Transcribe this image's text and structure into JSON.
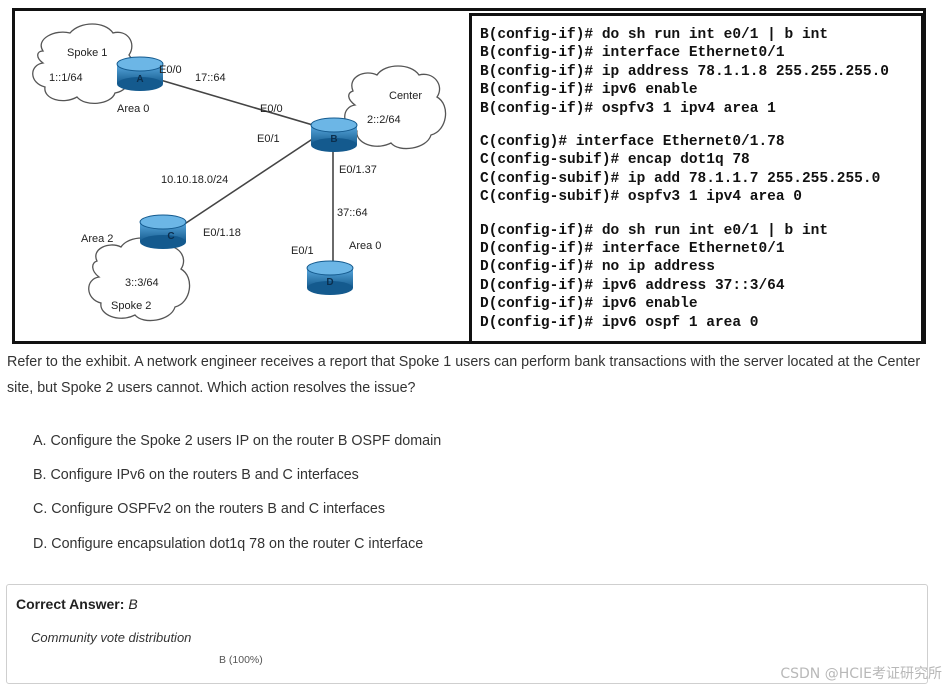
{
  "topology": {
    "spoke1_cloud": {
      "name": "Spoke 1",
      "address": "1::1/64"
    },
    "spoke2_cloud": {
      "name": "Spoke 2",
      "address": "3::3/64"
    },
    "center_cloud": {
      "name": "Center",
      "address": "2::2/64"
    },
    "router_a": {
      "label": "A",
      "area": "Area 0",
      "interface": "E0/0",
      "link_address": "17::64"
    },
    "router_b": {
      "label": "B",
      "if_e00": "E0/0",
      "if_e01": "E0/1",
      "if_e0137": "E0/1.37"
    },
    "router_c": {
      "label": "C",
      "area": "Area 2",
      "if": "E0/1.18",
      "link_subnet": "10.10.18.0/24"
    },
    "router_d": {
      "label": "D",
      "area": "Area 0",
      "if": "E0/1",
      "link_address": "37::64"
    }
  },
  "config": {
    "router_b": [
      "B(config-if)# do sh run int e0/1 | b int",
      "B(config-if)# interface Ethernet0/1",
      "B(config-if)# ip address 78.1.1.8 255.255.255.0",
      "B(config-if)# ipv6 enable",
      "B(config-if)# ospfv3 1 ipv4 area 1"
    ],
    "router_c": [
      "C(config)# interface Ethernet0/1.78",
      "C(config-subif)# encap dot1q 78",
      "C(config-subif)# ip add 78.1.1.7 255.255.255.0",
      "C(config-subif)# ospfv3 1 ipv4 area 0"
    ],
    "router_d": [
      "D(config-if)# do sh run int e0/1 | b int",
      "D(config-if)# interface Ethernet0/1",
      "D(config-if)# no ip address",
      "D(config-if)# ipv6 address 37::3/64",
      "D(config-if)# ipv6 enable",
      "D(config-if)# ipv6 ospf 1 area 0"
    ]
  },
  "question": {
    "text": "Refer to the exhibit. A network engineer receives a report that Spoke 1 users can perform bank transactions with the server located at the Center site, but Spoke 2 users cannot. Which action resolves the issue?",
    "options": [
      "A. Configure the Spoke 2 users IP on the router B OSPF domain",
      "B. Configure IPv6 on the routers B and C interfaces",
      "C. Configure OSPFv2 on the routers B and C interfaces",
      "D. Configure encapsulation dot1q 78 on the router C interface"
    ]
  },
  "answer": {
    "label": "Correct Answer:",
    "value": "B",
    "vote_label": "Community vote distribution",
    "vote_result": "B (100%)"
  },
  "watermark": "CSDN @HCIE考证研究所",
  "colors": {
    "router_fill": "#1f7fc4",
    "router_top": "#6cb6e6",
    "router_dark": "#145a8e"
  }
}
